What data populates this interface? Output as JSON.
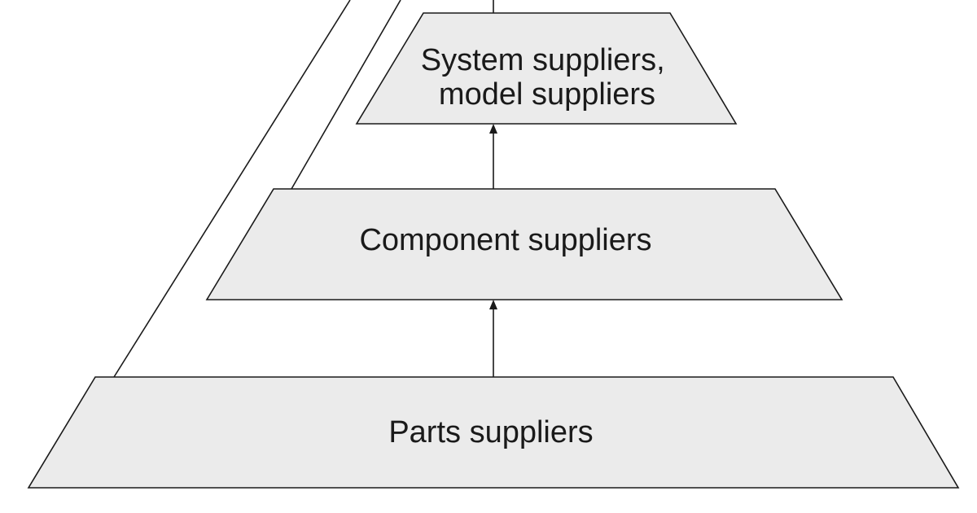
{
  "diagram": {
    "tiers": [
      {
        "id": "system",
        "lines": [
          "System suppliers,",
          "model suppliers"
        ]
      },
      {
        "id": "component",
        "lines": [
          "Component suppliers"
        ]
      },
      {
        "id": "parts",
        "lines": [
          "Parts suppliers"
        ]
      }
    ],
    "colors": {
      "tier_fill": "#ebebeb",
      "stroke": "#1a1a1a",
      "background": "#ffffff"
    }
  }
}
